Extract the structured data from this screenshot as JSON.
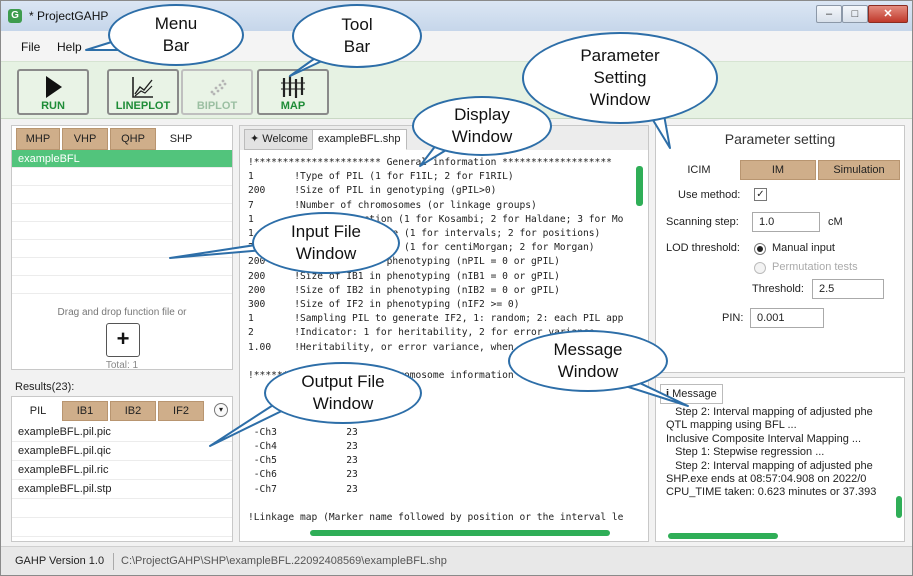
{
  "window": {
    "title": "* ProjectGAHP",
    "app_icon_letter": "G",
    "controls": {
      "minimize": "–",
      "maximize": "□",
      "close": "✕"
    }
  },
  "menu": {
    "items": [
      "File",
      "Help"
    ]
  },
  "toolbar": {
    "buttons": [
      {
        "label": "RUN",
        "icon": "play-icon",
        "enabled": true
      },
      {
        "label": "LINEPLOT",
        "icon": "lineplot-icon",
        "enabled": true
      },
      {
        "label": "BIPLOT",
        "icon": "biplot-icon",
        "enabled": false
      },
      {
        "label": "MAP",
        "icon": "map-icon",
        "enabled": true
      }
    ]
  },
  "input_panel": {
    "tabs": [
      "MHP",
      "VHP",
      "QHP",
      "SHP"
    ],
    "active_tab": "SHP",
    "files": [
      "exampleBFL"
    ],
    "drop_hint": "Drag and drop function file or",
    "add_label": "+",
    "total": "Total: 1"
  },
  "results_panel": {
    "label": "Results(23):",
    "tabs": [
      "PIL",
      "IB1",
      "IB2",
      "IF2"
    ],
    "active_tab": "PIL",
    "more": "▾",
    "files": [
      "exampleBFL.pil.pic",
      "exampleBFL.pil.qic",
      "exampleBFL.pil.ric",
      "exampleBFL.pil.stp"
    ]
  },
  "display": {
    "tabs": [
      "Welcome",
      "exampleBFL.shp"
    ],
    "active_tab": "exampleBFL.shp",
    "lines": [
      "!********************** General information *******************",
      "1       !Type of PIL (1 for F1IL; 2 for F1RIL)",
      "200     !Size of PIL in genotyping (gPIL>0)",
      "7       !Number of chromosomes (or linkage groups)",
      "1       !Mapping function (1 for Kosambi; 2 for Haldane; 3 for Mo",
      "1       !Marker space type (1 for intervals; 2 for positions)",
      "2       !Map distance unit (1 for centiMorgan; 2 for Morgan)",
      "200     !Size of PIL in phenotyping (nPIL = 0 or gPIL)",
      "200     !Size of IB1 in phenotyping (nIB1 = 0 or gPIL)",
      "200     !Size of IB2 in phenotyping (nIB2 = 0 or gPIL)",
      "300     !Size of IF2 in phenotyping (nIF2 >= 0)",
      "1       !Sampling PIL to generate IF2, 1: random; 2: each PIL app",
      "2       !Indicator: 1 for heritability, 2 for error variance",
      "1.00    !Heritability, or error variance, when",
      "",
      "!********************** Chromosome information ****************",
      "",
      "",
      "",
      " -Ch3            23",
      " -Ch4            23",
      " -Ch5            23",
      " -Ch6            23",
      " -Ch7            23",
      "",
      "!Linkage map (Marker name followed by position or the interval le"
    ]
  },
  "parameter": {
    "title": "Parameter setting",
    "tabs": [
      "ICIM",
      "IM",
      "Simulation"
    ],
    "active_tab": "ICIM",
    "use_method_label": "Use method:",
    "use_method_checked": "✓",
    "scanning_step_label": "Scanning step:",
    "scanning_step_value": "1.0",
    "scanning_step_unit": "cM",
    "lod_label": "LOD threshold:",
    "manual_input_label": "Manual input",
    "permutation_label": "Permutation tests",
    "threshold_label": "Threshold:",
    "threshold_value": "2.5",
    "pin_label": "PIN:",
    "pin_value": "0.001"
  },
  "message": {
    "tab": "Message",
    "tab_icon": "info-icon",
    "lines": [
      "   Step 2: Interval mapping of adjusted phe",
      "QTL mapping using BFL ...",
      "Inclusive Composite Interval Mapping ...",
      "   Step 1: Stepwise regression ...",
      "   Step 2: Interval mapping of adjusted phe",
      "SHP.exe ends at 08:57:04.908 on 2022/0",
      "CPU_TIME taken: 0.623 minutes or 37.393"
    ]
  },
  "status": {
    "version": "GAHP Version 1.0",
    "path": "C:\\ProjectGAHP\\SHP\\exampleBFL.22092408569\\exampleBFL.shp"
  },
  "callouts": {
    "menu_bar": [
      "Menu",
      "Bar"
    ],
    "tool_bar": [
      "Tool",
      "Bar"
    ],
    "parameter_window": [
      "Parameter",
      "Setting",
      "Window"
    ],
    "display_window": [
      "Display",
      "Window"
    ],
    "input_file_window": [
      "Input File",
      "Window"
    ],
    "message_window": [
      "Message",
      "Window"
    ],
    "output_file_window": [
      "Output File",
      "Window"
    ]
  },
  "colors": {
    "accent_green": "#2fae57",
    "selection_green": "#52c47c",
    "tab_tan": "#cfae8a",
    "toolbar_bg": "#e6f2e3",
    "callout_border": "#2d6ea8"
  }
}
